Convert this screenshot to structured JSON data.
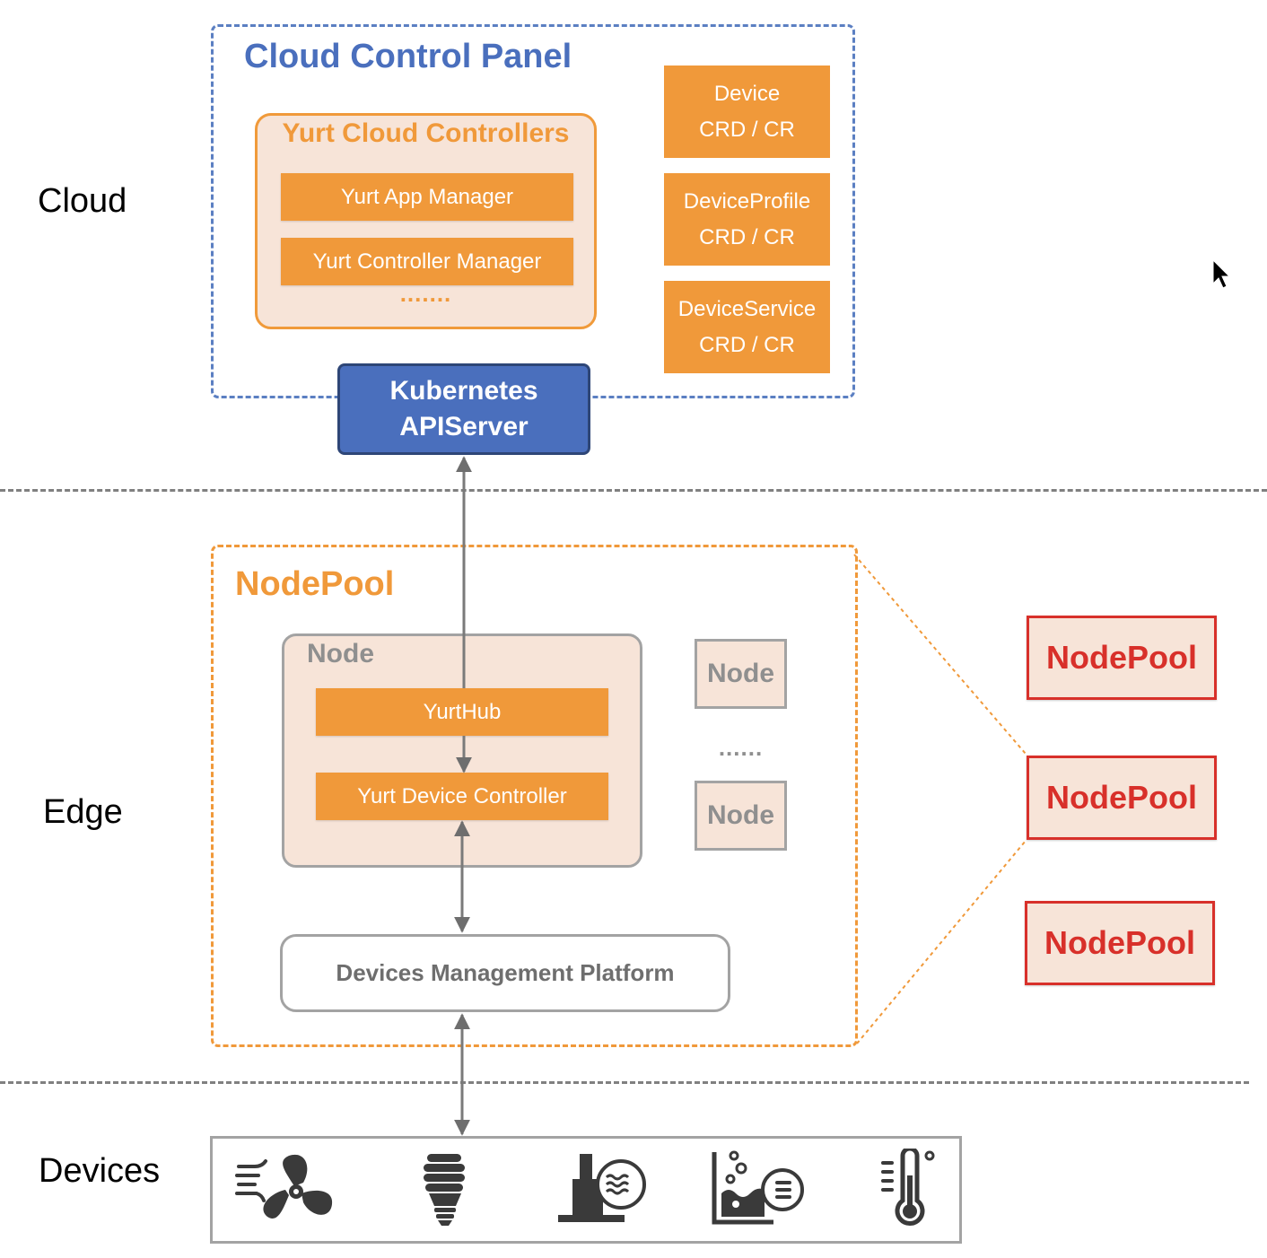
{
  "layers": {
    "cloud": "Cloud",
    "edge": "Edge",
    "devices": "Devices"
  },
  "cloud_panel": {
    "title": "Cloud Control Panel",
    "controllers": {
      "title": "Yurt Cloud Controllers",
      "items": [
        "Yurt App Manager",
        "Yurt Controller Manager"
      ],
      "more": "......."
    },
    "crds": [
      {
        "line1": "Device",
        "line2": "CRD / CR"
      },
      {
        "line1": "DeviceProfile",
        "line2": "CRD / CR"
      },
      {
        "line1": "DeviceService",
        "line2": "CRD / CR"
      }
    ]
  },
  "apiserver": {
    "line1": "Kubernetes",
    "line2": "APIServer"
  },
  "nodepool": {
    "title": "NodePool",
    "node": {
      "title": "Node",
      "yurthub": "YurtHub",
      "device_controller": "Yurt Device Controller"
    },
    "other_nodes": [
      "Node",
      "Node"
    ],
    "more": "......",
    "platform": "Devices Management Platform"
  },
  "nodepools": [
    "NodePool",
    "NodePool",
    "NodePool"
  ],
  "device_icons": [
    "fan-icon",
    "light-bulb-icon",
    "water-meter-icon",
    "chemical-sensor-icon",
    "thermometer-icon"
  ],
  "colors": {
    "cloud_blue": "#4a6fbd",
    "orange": "#f0993a",
    "peach": "#f7e4d8",
    "red": "#d8302a",
    "gray": "#a3a3a3",
    "icon_dark": "#3a3a3a"
  }
}
